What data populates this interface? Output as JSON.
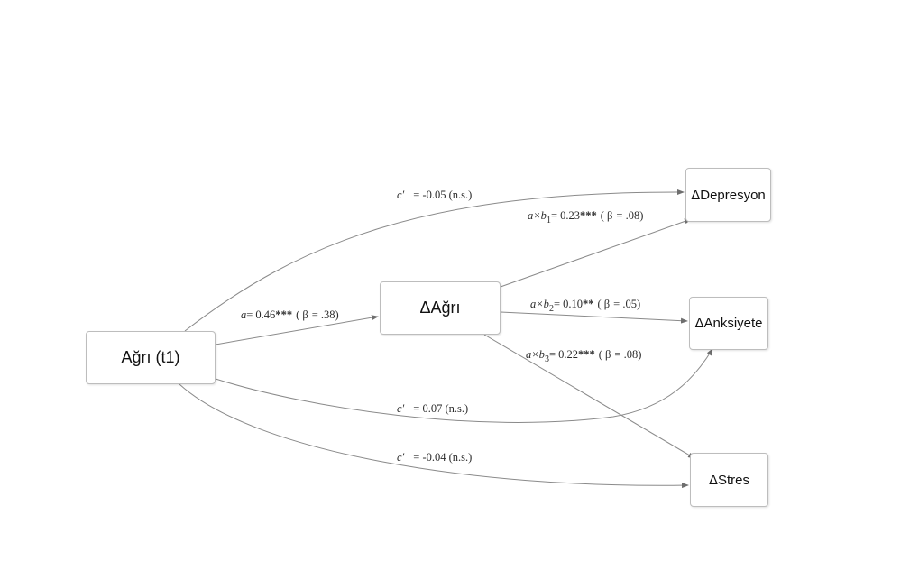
{
  "nodes": {
    "pain_t1": "Ağrı (t1)",
    "delta_pain": "ΔAğrı",
    "delta_depression": "ΔDepresyon",
    "delta_anxiety": "ΔAnksiyete",
    "delta_stress": "ΔStres"
  },
  "paths": {
    "a": {
      "symbol": "a",
      "value": "= 0.46",
      "sig": "***",
      "beta_open": "( β",
      "beta_value": "= .38)"
    },
    "direct_depression": {
      "symbol": "c′",
      "value": "= -0.05 (n.s.)"
    },
    "direct_anxiety": {
      "symbol": "c′",
      "value": "= 0.07 (n.s.)"
    },
    "direct_stress": {
      "symbol": "c′",
      "value": "= -0.04 (n.s.)"
    },
    "indirect_depression": {
      "symbol": "a×b",
      "index": "1",
      "value": "= 0.23",
      "sig": "***",
      "beta_open": "( β",
      "beta_value": "= .08)"
    },
    "indirect_anxiety": {
      "symbol": "a×b",
      "index": "2",
      "value": "= 0.10",
      "sig": "**",
      "beta_open": "( β",
      "beta_value": "= .05)"
    },
    "indirect_stress": {
      "symbol": "a×b",
      "index": "3",
      "value": "= 0.22",
      "sig": "***",
      "beta_open": "( β",
      "beta_value": "= .08)"
    }
  }
}
